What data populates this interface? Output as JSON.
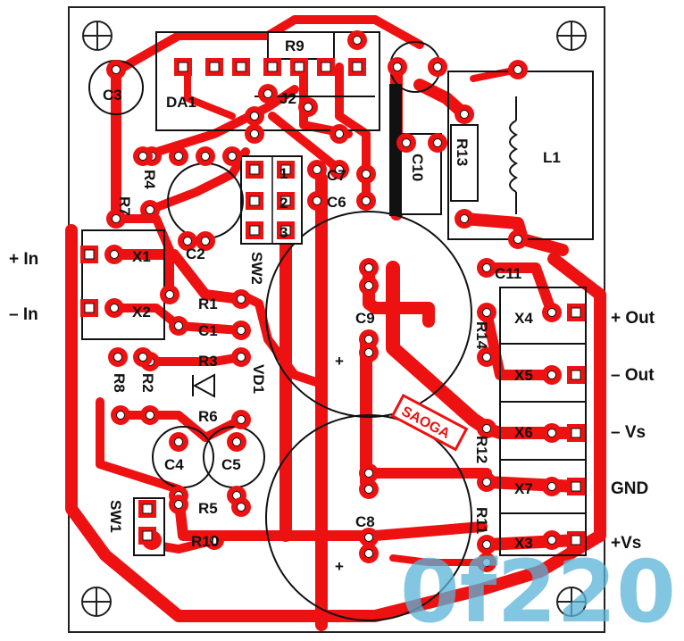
{
  "labels": {
    "r9": "R9",
    "da1": "DA1",
    "j2": "J2",
    "c3": "C3",
    "r7": "R7",
    "r4": "R4",
    "c7": "C7",
    "c6": "C6",
    "c10": "C10",
    "r13": "R13",
    "l1": "L1",
    "sw2": "SW2",
    "sw2_1": "1",
    "sw2_2": "2",
    "sw2_3": "3",
    "c2": "C2",
    "x1": "X1",
    "x2": "X2",
    "r1": "R1",
    "c1": "C1",
    "r3": "R3",
    "vd1": "VD1",
    "r8": "R8",
    "r2": "R2",
    "r6": "R6",
    "c4": "C4",
    "c5": "C5",
    "r5": "R5",
    "sw1": "SW1",
    "r10": "R10",
    "c9": "C9",
    "c8": "C8",
    "c11": "C11",
    "x4": "X4",
    "x5": "X5",
    "x6": "X6",
    "x7": "X7",
    "x3": "X3",
    "r14": "R14",
    "r12": "R12",
    "r11": "R11",
    "stamp": "SAOGA"
  },
  "connectors": {
    "plus_in": "+ In",
    "minus_in": "– In",
    "plus_out": "+ Out",
    "minus_out": "– Out",
    "minus_vs": "– Vs",
    "gnd": "GND",
    "plus_vs": "+Vs"
  },
  "watermark": "0f220",
  "colors": {
    "copper": "#ee1111",
    "silkscreen": "#111111",
    "background": "#ffffff",
    "watermark": "#59b4d9"
  }
}
